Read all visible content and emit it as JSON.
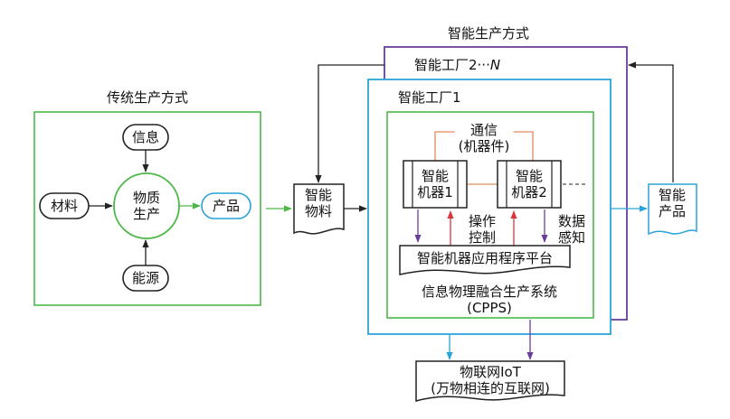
{
  "traditional": {
    "title": "传统生产方式",
    "info": "信息",
    "material": "材料",
    "energy": "能源",
    "process": [
      "物质",
      "生产"
    ],
    "product": "产品"
  },
  "smart": {
    "title": "智能生产方式",
    "factory_n_prefix": "智能工厂2···",
    "factory_n_suffix": "N",
    "factory_1": "智能工厂1",
    "input": [
      "智能",
      "物料"
    ],
    "output": [
      "智能",
      "产品"
    ],
    "comm": [
      "通信",
      "(机器件)"
    ],
    "machine1": [
      "智能",
      "机器1"
    ],
    "machine2": [
      "智能",
      "机器2"
    ],
    "control": [
      "操作",
      "控制"
    ],
    "sensing": [
      "数据",
      "感知"
    ],
    "platform": "智能机器应用程序平台",
    "cpps": [
      "信息物理融合生产系统",
      "(CPPS)"
    ],
    "iot": [
      "物联网IoT",
      "(万物相连的互联网)"
    ]
  },
  "colors": {
    "green": "#4db848",
    "cyan": "#29a3d9",
    "purple": "#6a3d9a",
    "orange": "#e08a5c",
    "red": "#d9363e",
    "black": "#222222"
  }
}
